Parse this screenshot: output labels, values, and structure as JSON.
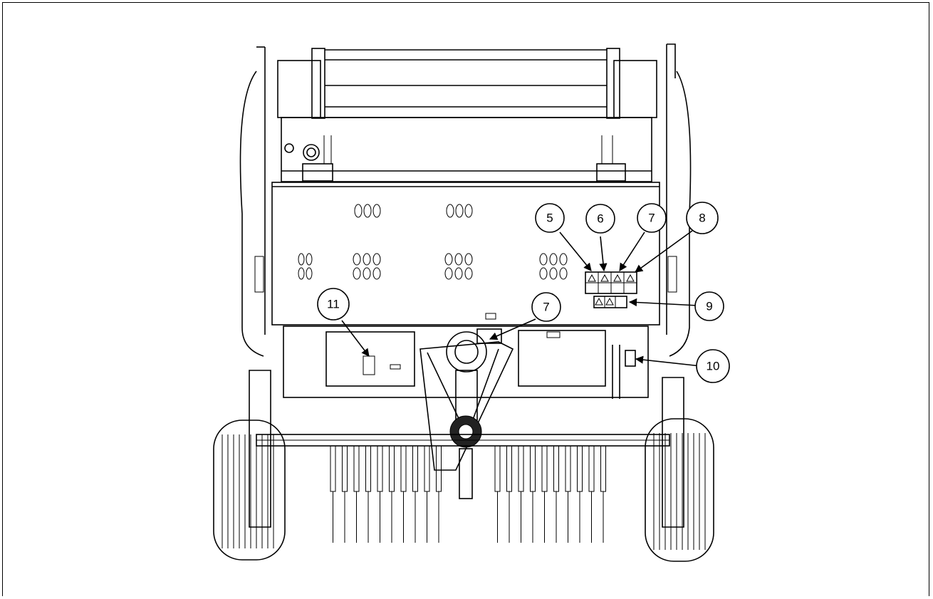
{
  "diagram": {
    "callouts": [
      {
        "id": "c5",
        "label": "5"
      },
      {
        "id": "c6",
        "label": "6"
      },
      {
        "id": "c7a",
        "label": "7"
      },
      {
        "id": "c8",
        "label": "8"
      },
      {
        "id": "c9",
        "label": "9"
      },
      {
        "id": "c7b",
        "label": "7"
      },
      {
        "id": "c10",
        "label": "10"
      },
      {
        "id": "c11",
        "label": "11"
      }
    ]
  }
}
